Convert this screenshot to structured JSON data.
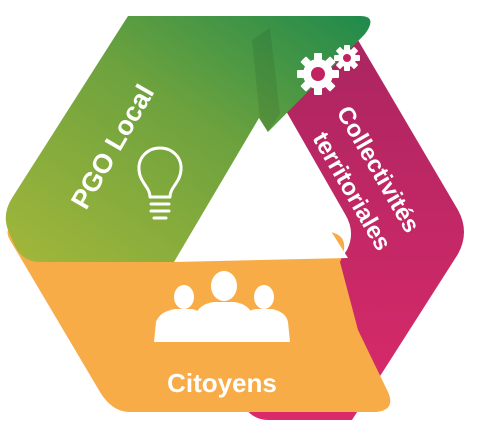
{
  "diagram": {
    "segments": [
      {
        "id": "pgo",
        "label": "PGO Local",
        "icon": "lightbulb-icon",
        "colors": [
          "#9bb63a",
          "#1f8a4c"
        ]
      },
      {
        "id": "collectivites",
        "label_lines": [
          "Collectivités",
          "territoriales"
        ],
        "icon": "gears-icon",
        "colors": [
          "#b5245e",
          "#d42a6a"
        ]
      },
      {
        "id": "citoyens",
        "label": "Citoyens",
        "icon": "people-icon",
        "color": "#f7ac48"
      }
    ],
    "center_color": "#ffffff"
  }
}
